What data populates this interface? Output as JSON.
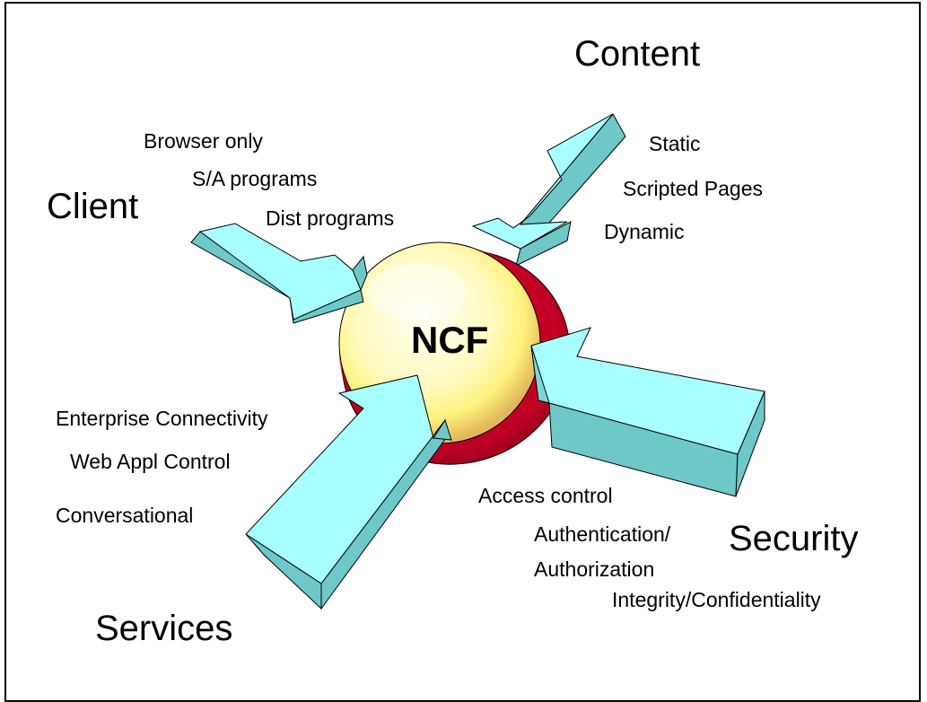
{
  "center": {
    "label": "NCF"
  },
  "quadrants": {
    "client": {
      "title": "Client",
      "items": [
        "Browser only",
        "S/A programs",
        "Dist programs"
      ]
    },
    "content": {
      "title": "Content",
      "items": [
        "Static",
        "Scripted Pages",
        "Dynamic"
      ]
    },
    "services": {
      "title": "Services",
      "items": [
        "Enterprise Connectivity",
        "Web Appl Control",
        "Conversational"
      ]
    },
    "security": {
      "title": "Security",
      "items": [
        "Access control",
        "Authentication/",
        "Authorization",
        "Integrity/Confidentiality"
      ]
    }
  },
  "colors": {
    "arrow_face": "#a8ffff",
    "arrow_side": "#6ec8c8",
    "arrow_outline": "#000000",
    "sphere_highlight": "#fffde8",
    "sphere_core": "#fff79a",
    "sphere_rim": "#d9002a"
  }
}
